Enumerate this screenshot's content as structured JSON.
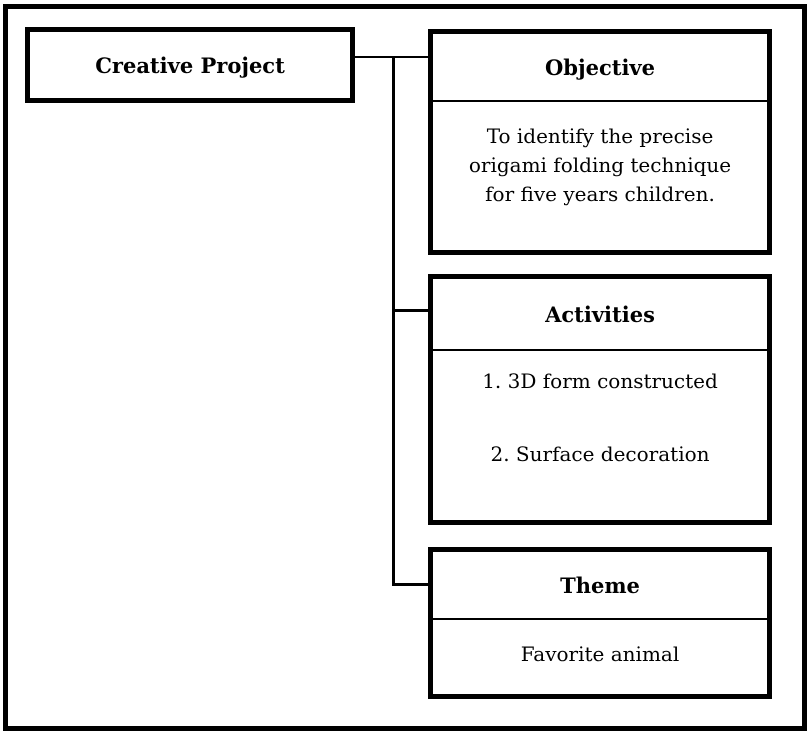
{
  "root": {
    "label": "Creative Project"
  },
  "objective": {
    "title": "Objective",
    "text_lines": [
      "To identify the precise",
      "origami folding technique",
      "for five years children."
    ]
  },
  "activities": {
    "title": "Activities",
    "items": [
      "1. 3D form constructed",
      "2. Surface decoration"
    ]
  },
  "theme": {
    "title": "Theme",
    "text": "Favorite animal"
  },
  "colors": {
    "line": "#000000",
    "background": "#ffffff"
  }
}
